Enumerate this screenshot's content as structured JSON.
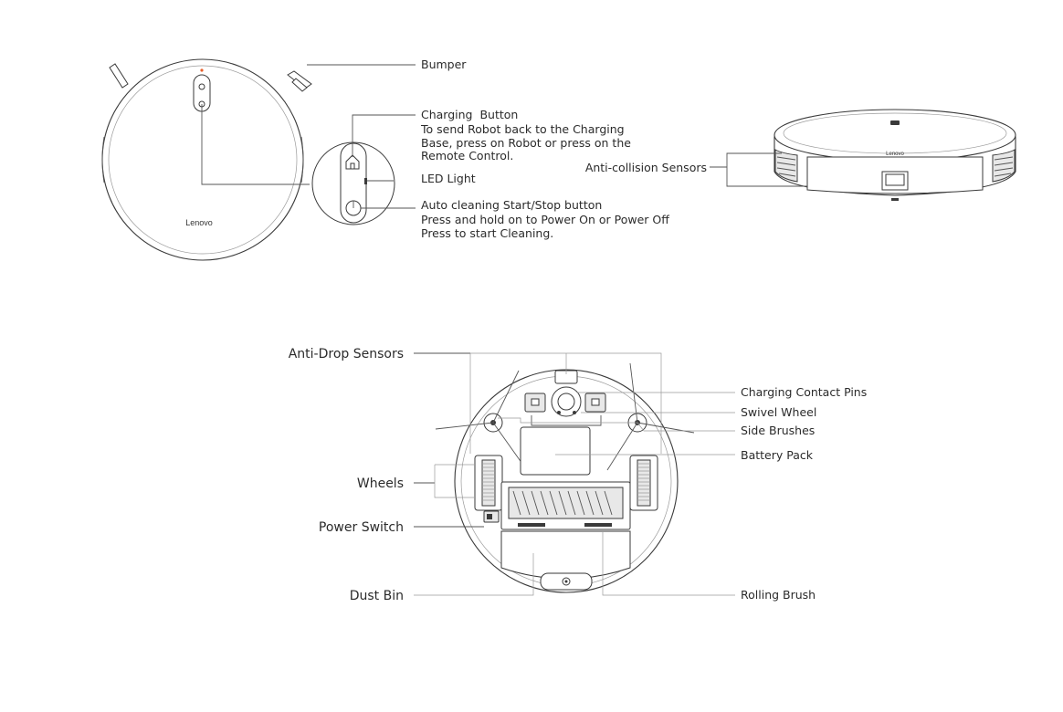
{
  "top_view": {
    "brand": "Lenovo",
    "labels": {
      "bumper": "Bumper",
      "charging_button_title": "Charging  Button",
      "charging_button_desc": [
        "To send Robot back to the Charging",
        "Base, press on Robot or press on the",
        "Remote Control."
      ],
      "led_light": "LED Light",
      "auto_cleaning_title": "Auto cleaning Start/Stop button",
      "auto_cleaning_desc": [
        "Press and hold on to Power On or Power Off",
        "Press to start Cleaning."
      ]
    }
  },
  "side_view": {
    "brand": "Lenovo",
    "labels": {
      "anti_collision": "Anti-collision Sensors"
    }
  },
  "bottom_view": {
    "labels": {
      "anti_drop": "Anti-Drop Sensors",
      "wheels": "Wheels",
      "power_switch": "Power Switch",
      "dust_bin": "Dust Bin",
      "charging_pins": "Charging Contact Pins",
      "swivel_wheel": "Swivel Wheel",
      "side_brushes": "Side Brushes",
      "battery_pack": "Battery Pack",
      "rolling_brush": "Rolling Brush"
    }
  },
  "colors": {
    "line": "#555555",
    "text": "#2b2b2b",
    "indicator": "#e8602c"
  }
}
